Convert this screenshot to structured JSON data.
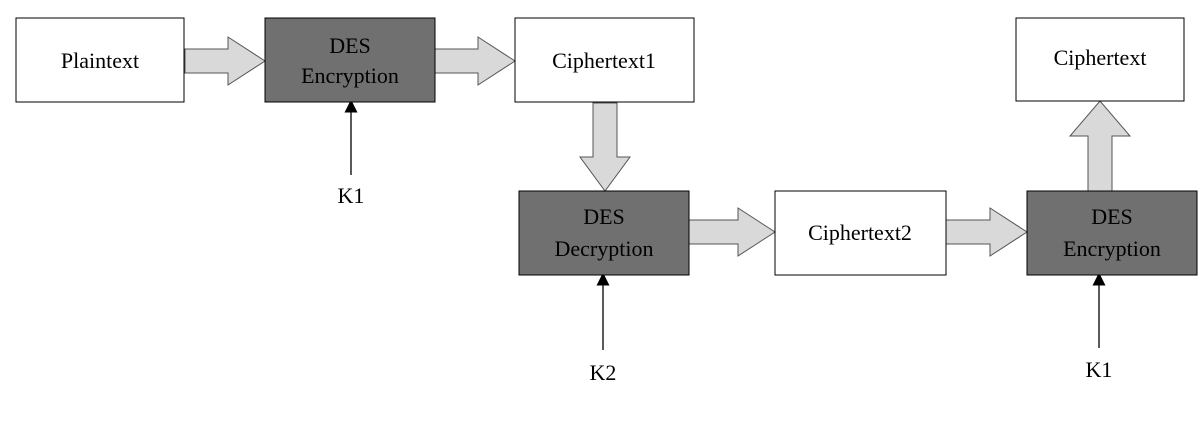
{
  "diagram": {
    "nodes": {
      "plaintext": {
        "lines": [
          "Plaintext"
        ],
        "fill": "#ffffff"
      },
      "des1": {
        "lines": [
          "DES",
          "Encryption"
        ],
        "fill": "#707070"
      },
      "ciphertext1": {
        "lines": [
          "Ciphertext1"
        ],
        "fill": "#ffffff"
      },
      "des2": {
        "lines": [
          "DES",
          "Decryption"
        ],
        "fill": "#707070"
      },
      "ciphertext2": {
        "lines": [
          "Ciphertext2"
        ],
        "fill": "#ffffff"
      },
      "des3": {
        "lines": [
          "DES",
          "Encryption"
        ],
        "fill": "#707070"
      },
      "ciphertext": {
        "lines": [
          "Ciphertext"
        ],
        "fill": "#ffffff"
      }
    },
    "keys": {
      "k1_first": "K1",
      "k2": "K2",
      "k1_second": "K1"
    },
    "colors": {
      "box_stroke": "#000000",
      "arrow_fill": "#d9d9d9",
      "arrow_stroke": "#555555",
      "key_arrow": "#000000"
    }
  }
}
